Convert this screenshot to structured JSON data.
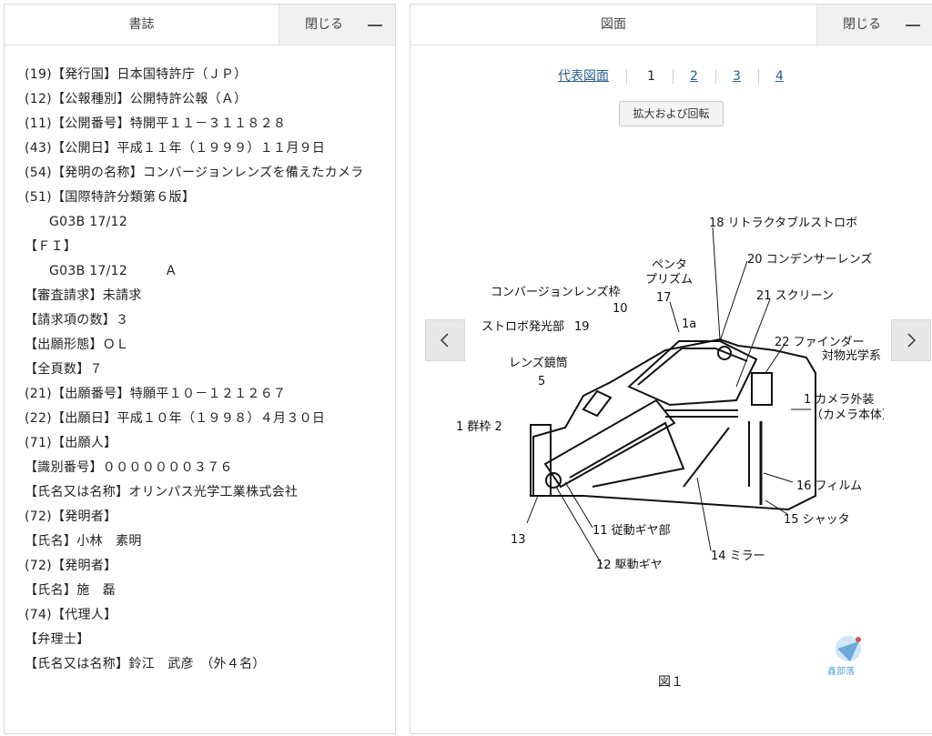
{
  "left": {
    "title": "書誌",
    "close_label": "閉じる",
    "lines": [
      "(19)【発行国】日本国特許庁（ＪＰ）",
      "(12)【公報種別】公開特許公報（Ａ）",
      "(11)【公開番号】特開平１１－３１１８２８",
      "(43)【公開日】平成１１年（１９９９）１１月９日",
      "(54)【発明の名称】コンバージョンレンズを備えたカメラ",
      "(51)【国際特許分類第６版】",
      "G03B 17/12",
      "【ＦＩ】",
      "G03B 17/12         A",
      "【審査請求】未請求",
      "【請求項の数】３",
      "【出願形態】ＯＬ",
      "【全頁数】７",
      "(21)【出願番号】特願平１０－１２１２６７",
      "(22)【出願日】平成１０年（１９９８）４月３０日",
      "(71)【出願人】",
      "【識別番号】０００００００３７６",
      "【氏名又は名称】オリンパス光学工業株式会社",
      "(72)【発明者】",
      "【氏名】小林　素明",
      "(72)【発明者】",
      "【氏名】施　磊",
      "(74)【代理人】",
      "【弁理士】",
      "【氏名又は名称】鈴江　武彦　（外４名）"
    ]
  },
  "right": {
    "title": "図面",
    "close_label": "閉じる",
    "pager": {
      "rep": "代表図面",
      "p1": "1",
      "p2": "2",
      "p3": "3",
      "p4": "4"
    },
    "zoom_label": "拡大および回転",
    "figure_label": "図１",
    "drawing_labels": {
      "l18": "18 リトラクタブルストロボ",
      "l20": "20 コンデンサーレンズ",
      "penta1": "ペンタ",
      "penta2": "プリズム",
      "l17": "17",
      "l21": "21 スクリーン",
      "conv": "コンバージョンレンズ枠",
      "l10": "10",
      "strobe": "ストロボ発光部",
      "l19": "19",
      "l1a": "1a",
      "l22": "22 ファインダー",
      "l22b": "対物光学系",
      "lens": "レンズ鏡筒",
      "l5": "5",
      "l1": "1  カメラ外装",
      "l1b": "（カメラ本体）",
      "l2": "1 群枠 2",
      "l16": "16 フィルム",
      "l15": "15 シャッタ",
      "l13": "13",
      "l11": "11 従動ギヤ部",
      "l14": "14 ミラー",
      "l12": "12 駆動ギヤ"
    },
    "watermark": "鑫部落"
  },
  "icons": {
    "prev": "chevron-left-icon",
    "next": "chevron-right-icon",
    "collapse": "minus-icon"
  }
}
